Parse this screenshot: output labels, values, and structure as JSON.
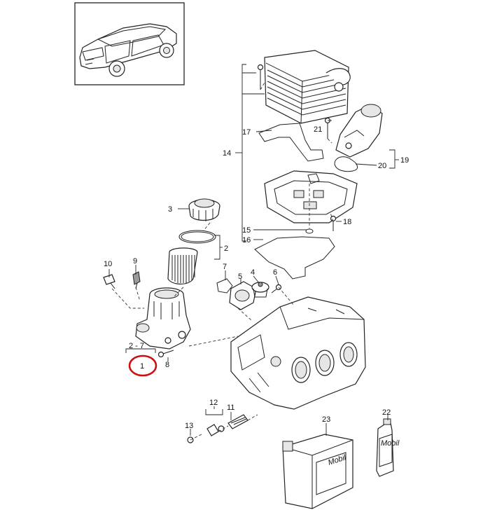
{
  "callouts": {
    "p1": "1",
    "p2": "2",
    "p3": "3",
    "p4": "4",
    "p5": "5",
    "p6": "6",
    "p7": "7",
    "p8": "8",
    "p9": "9",
    "p10": "10",
    "p11": "11",
    "p12": "12",
    "p13": "13",
    "p14": "14",
    "p15": "15",
    "p16": "16",
    "p17": "17",
    "p18": "18",
    "p19": "19",
    "p20": "20",
    "p21": "21",
    "p22": "22",
    "p23": "23",
    "range_2_7": "2 - 7"
  },
  "branding": {
    "canister": "Mobil",
    "bottle": "Mobil"
  },
  "highlight": {
    "part": "1",
    "color": "#cc1111"
  }
}
